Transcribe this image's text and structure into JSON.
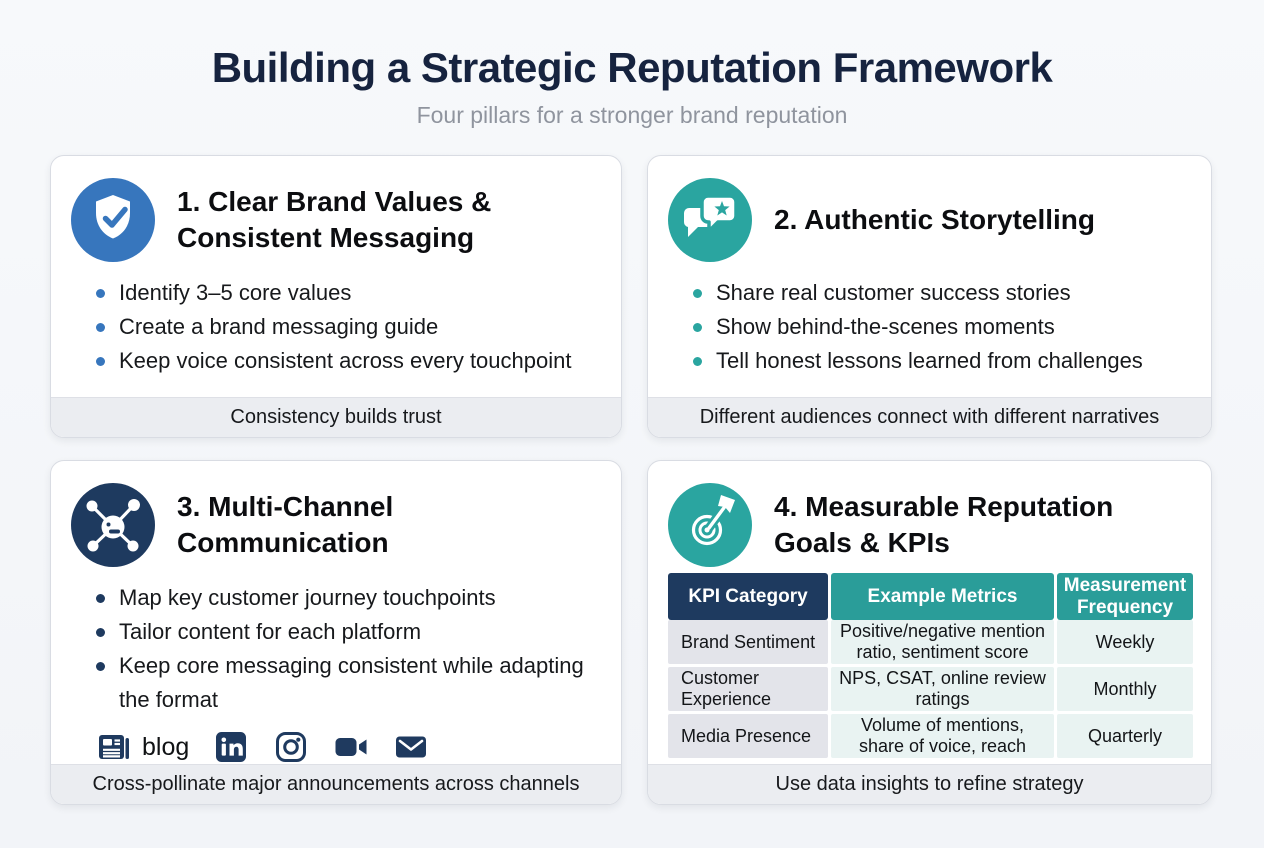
{
  "header": {
    "title": "Building a Strategic Reputation Framework",
    "subtitle": "Four pillars for a stronger brand reputation"
  },
  "colors": {
    "pillar1_accent": "#3776bd",
    "pillar2_accent": "#2aa5a0",
    "pillar3_accent": "#1e3a5f",
    "pillar4_accent": "#2a9d99",
    "table_header_navy": "#1e3a5f",
    "table_header_teal": "#2a9d99",
    "table_cell_gray": "#e3e4ea",
    "table_cell_teal": "#e9f3f2",
    "footer_band": "#ebedf1"
  },
  "cards": [
    {
      "icon": "shield-check-icon",
      "title": "1. Clear Brand Values & Consistent Messaging",
      "bullets": [
        "Identify 3–5 core values",
        "Create a brand messaging guide",
        "Keep voice consistent across every touchpoint"
      ],
      "footer": "Consistency builds trust"
    },
    {
      "icon": "chat-star-icon",
      "title": "2. Authentic Storytelling",
      "bullets": [
        "Share real customer success stories",
        "Show behind-the-scenes moments",
        "Tell honest lessons learned from challenges"
      ],
      "footer": "Different audiences connect with different narratives"
    },
    {
      "icon": "network-hub-icon",
      "title": "3. Multi-Channel Communication",
      "bullets": [
        "Map key customer journey touchpoints",
        "Tailor content for each platform",
        "Keep core messaging consistent while adapting the format"
      ],
      "channels": {
        "blog_label": "blog",
        "icons": [
          "newspaper-icon",
          "linkedin-icon",
          "instagram-icon",
          "video-camera-icon",
          "envelope-icon"
        ]
      },
      "footer": "Cross-pollinate major announcements across channels"
    },
    {
      "icon": "target-dart-icon",
      "title": "4. Measurable Reputation Goals & KPIs",
      "table": {
        "headers": [
          "KPI Category",
          "Example Metrics",
          "Measurement Frequency"
        ],
        "rows": [
          [
            "Brand Sentiment",
            "Positive/negative mention ratio, sentiment score",
            "Weekly"
          ],
          [
            "Customer Experience",
            "NPS, CSAT, online review ratings",
            "Monthly"
          ],
          [
            "Media Presence",
            "Volume of mentions, share of voice, reach",
            "Quarterly"
          ]
        ]
      },
      "footer": "Use data insights to refine strategy"
    }
  ]
}
